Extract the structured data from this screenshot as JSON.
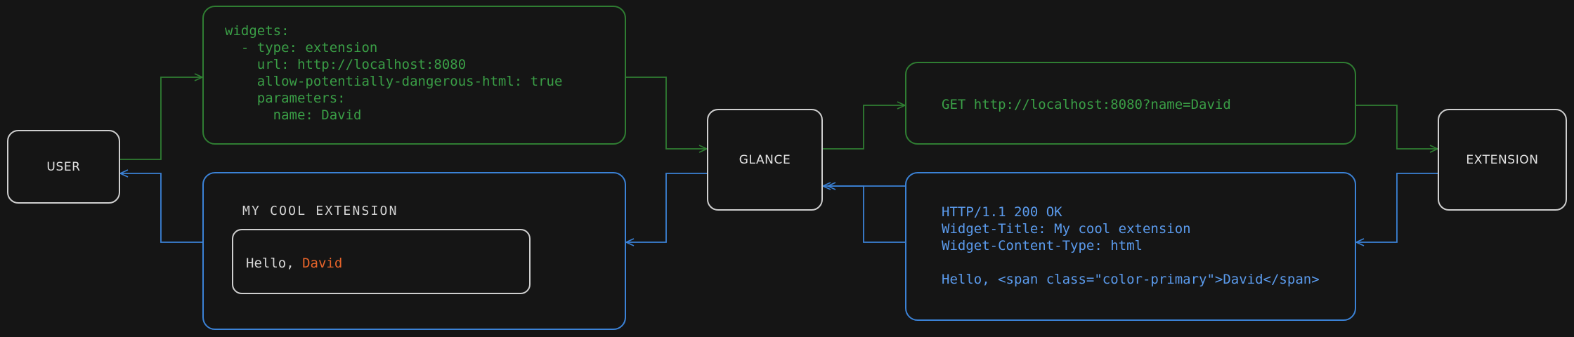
{
  "theme": {
    "background": "#151515",
    "green": "#3a9e46",
    "green_border": "#2f7d32",
    "blue": "#5b9bed",
    "blue_border": "#3b82d6",
    "neutral": "#cfcfcf",
    "accent_primary": "#e8642a"
  },
  "nodes": {
    "user": "USER",
    "glance": "GLANCE",
    "extension": "EXTENSION"
  },
  "config_panel": {
    "lines": [
      "widgets:",
      "  - type: extension",
      "    url: http://localhost:8080",
      "    allow-potentially-dangerous-html: true",
      "    parameters:",
      "      name: David"
    ],
    "text": "widgets:\n  - type: extension\n    url: http://localhost:8080\n    allow-potentially-dangerous-html: true\n    parameters:\n      name: David"
  },
  "request_panel": {
    "lines": [
      "GET http://localhost:8080?name=David"
    ],
    "text": "GET http://localhost:8080?name=David"
  },
  "response_panel": {
    "lines": [
      "HTTP/1.1 200 OK",
      "Widget-Title: My cool extension",
      "Widget-Content-Type: html",
      "",
      "Hello, <span class=\"color-primary\">David</span>"
    ],
    "text": "HTTP/1.1 200 OK\nWidget-Title: My cool extension\nWidget-Content-Type: html\n\nHello, <span class=\"color-primary\">David</span>"
  },
  "widget_preview": {
    "title": "MY COOL EXTENSION",
    "greeting_prefix": "Hello, ",
    "greeting_name": "David"
  }
}
